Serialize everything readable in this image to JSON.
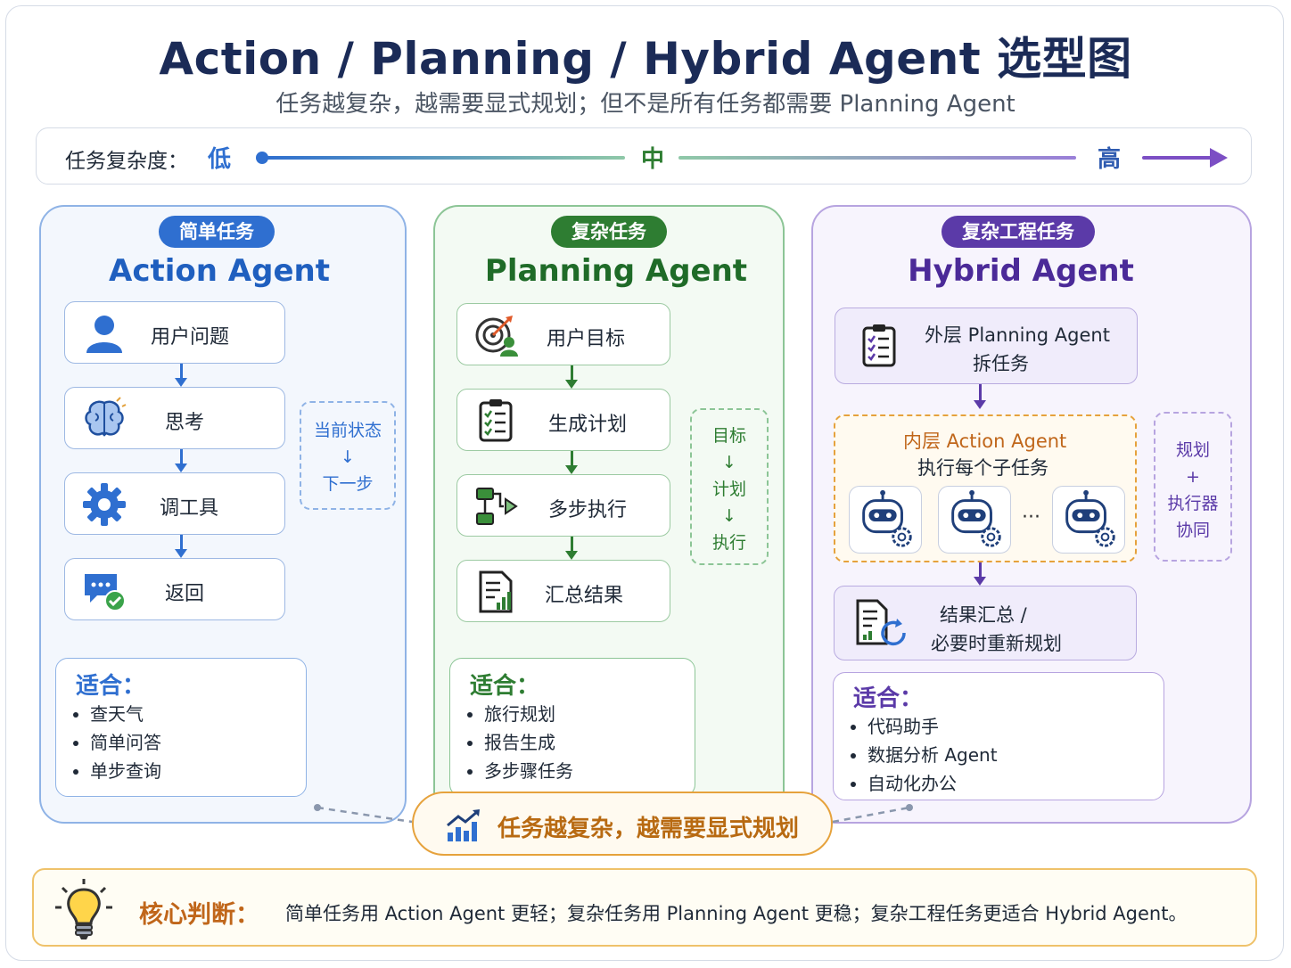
{
  "title": "Action / Planning / Hybrid Agent 选型图",
  "subtitle": "任务越复杂，越需要显式规划；但不是所有任务都需要 Planning Agent",
  "complexity": {
    "label": "任务复杂度：",
    "low": "低",
    "mid": "中",
    "high": "高"
  },
  "colors": {
    "blue": "#2f6fd0",
    "green": "#2e7d32",
    "purple": "#5b3aa8",
    "orange": "#e6a23c"
  },
  "action": {
    "tag": "简单任务",
    "title": "Action Agent",
    "steps": [
      {
        "label": "用户问题",
        "icon": "user-icon"
      },
      {
        "label": "思考",
        "icon": "brain-icon"
      },
      {
        "label": "调工具",
        "icon": "gear-icon"
      },
      {
        "label": "返回",
        "icon": "chat-check-icon"
      }
    ],
    "side": [
      "当前状态",
      "↓",
      "下一步"
    ],
    "fit_title": "适合：",
    "fit_items": [
      "查天气",
      "简单问答",
      "单步查询"
    ]
  },
  "planning": {
    "tag": "复杂任务",
    "title": "Planning Agent",
    "steps": [
      {
        "label": "用户目标",
        "icon": "target-user-icon"
      },
      {
        "label": "生成计划",
        "icon": "checklist-icon"
      },
      {
        "label": "多步执行",
        "icon": "flow-icon"
      },
      {
        "label": "汇总结果",
        "icon": "report-icon"
      }
    ],
    "side": [
      "目标",
      "↓",
      "计划",
      "↓",
      "执行"
    ],
    "fit_title": "适合：",
    "fit_items": [
      "旅行规划",
      "报告生成",
      "多步骤任务"
    ]
  },
  "hybrid": {
    "tag": "复杂工程任务",
    "title": "Hybrid Agent",
    "outer_line1": "外层 Planning Agent",
    "outer_line2": "拆任务",
    "inner_line1": "内层 Action Agent",
    "inner_line2": "执行每个子任务",
    "ellipsis": "···",
    "result_line1": "结果汇总 /",
    "result_line2": "必要时重新规划",
    "side": [
      "规划",
      "+",
      "执行器",
      "协同"
    ],
    "fit_title": "适合：",
    "fit_items": [
      "代码助手",
      "数据分析 Agent",
      "自动化办公"
    ]
  },
  "center_note": "任务越复杂，越需要显式规划",
  "core": {
    "label": "核心判断：",
    "text": "简单任务用 Action Agent 更轻；复杂任务用 Planning Agent 更稳；复杂工程任务更适合 Hybrid Agent。"
  }
}
